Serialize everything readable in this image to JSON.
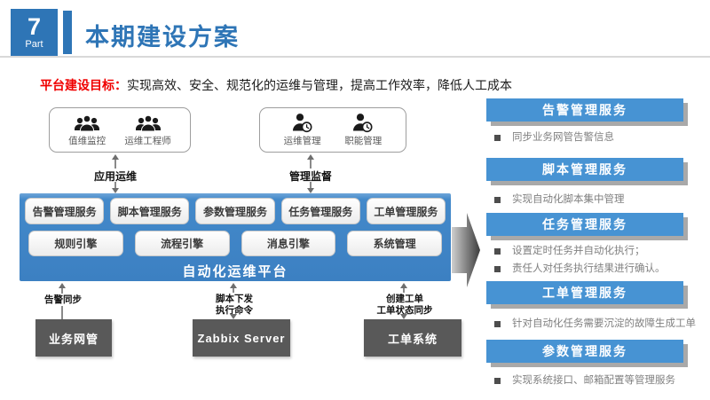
{
  "slide": {
    "part_number": "7",
    "part_label": "Part",
    "title": "本期建设方案",
    "goal_label": "平台建设目标：",
    "goal_text": "实现高效、安全、规范化的运维与管理，提高工作效率，降低人工成本"
  },
  "diagram": {
    "groups": [
      {
        "roles": [
          {
            "label": "值维监控"
          },
          {
            "label": "运维工程师"
          }
        ],
        "connector": "应用运维"
      },
      {
        "roles": [
          {
            "label": "运维管理"
          },
          {
            "label": "职能管理"
          }
        ],
        "connector": "管理监督"
      }
    ],
    "platform": {
      "label": "自动化运维平台",
      "services": [
        "告警管理服务",
        "脚本管理服务",
        "参数管理服务",
        "任务管理服务",
        "工单管理服务"
      ],
      "engines": [
        "规则引擎",
        "流程引擎",
        "消息引擎",
        "系统管理"
      ]
    },
    "links": [
      {
        "lines": [
          "告警同步"
        ]
      },
      {
        "lines": [
          "脚本下发",
          "执行命令"
        ]
      },
      {
        "lines": [
          "创建工单",
          "工单状态同步"
        ]
      }
    ],
    "systems": [
      "业务网管",
      "Zabbix Server",
      "工单系统"
    ]
  },
  "panel": {
    "sections": [
      {
        "title": "告警管理服务",
        "bullets": [
          "同步业务网管告警信息"
        ]
      },
      {
        "title": "脚本管理服务",
        "bullets": [
          "实现自动化脚本集中管理"
        ]
      },
      {
        "title": "任务管理服务",
        "bullets": [
          "设置定时任务并自动化执行；",
          "责任人对任务执行结果进行确认。"
        ]
      },
      {
        "title": "工单管理服务",
        "bullets": [
          "针对自动化任务需要沉淀的故障生成工单"
        ]
      },
      {
        "title": "参数管理服务",
        "bullets": [
          "实现系统接口、邮箱配置等管理服务"
        ]
      }
    ]
  },
  "colors": {
    "accent_blue": "#2E75B6",
    "platform_blue": "#3C80C2",
    "panel_header_blue": "#4793D3",
    "system_box_gray": "#595959",
    "goal_red": "#F00000"
  }
}
